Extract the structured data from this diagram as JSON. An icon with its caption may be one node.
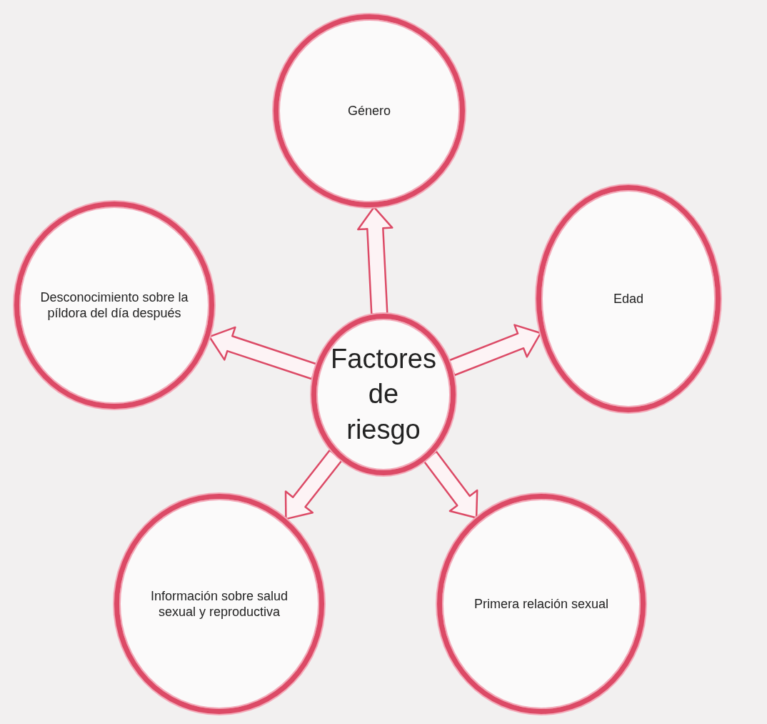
{
  "diagram": {
    "nodes": [
      {
        "text": [
          "Factores de riesgo"
        ]
      },
      {
        "text": [
          "Género"
        ]
      },
      {
        "text": [
          "Edad"
        ]
      },
      {
        "text": [
          "Primera relación sexual"
        ]
      },
      {
        "text": [
          "Información sobre salud sexual y reproductiva"
        ]
      },
      {
        "text": [
          "Desconocimiento sobre la píldora del día después"
        ]
      }
    ],
    "edges": [
      {
        "from": 0,
        "to": 1,
        "arrow": "to"
      },
      {
        "from": 0,
        "to": 2,
        "arrow": "to"
      },
      {
        "from": 0,
        "to": 3,
        "arrow": "to"
      },
      {
        "from": 0,
        "to": 4,
        "arrow": "to"
      },
      {
        "from": 0,
        "to": 5,
        "arrow": "to"
      }
    ]
  }
}
